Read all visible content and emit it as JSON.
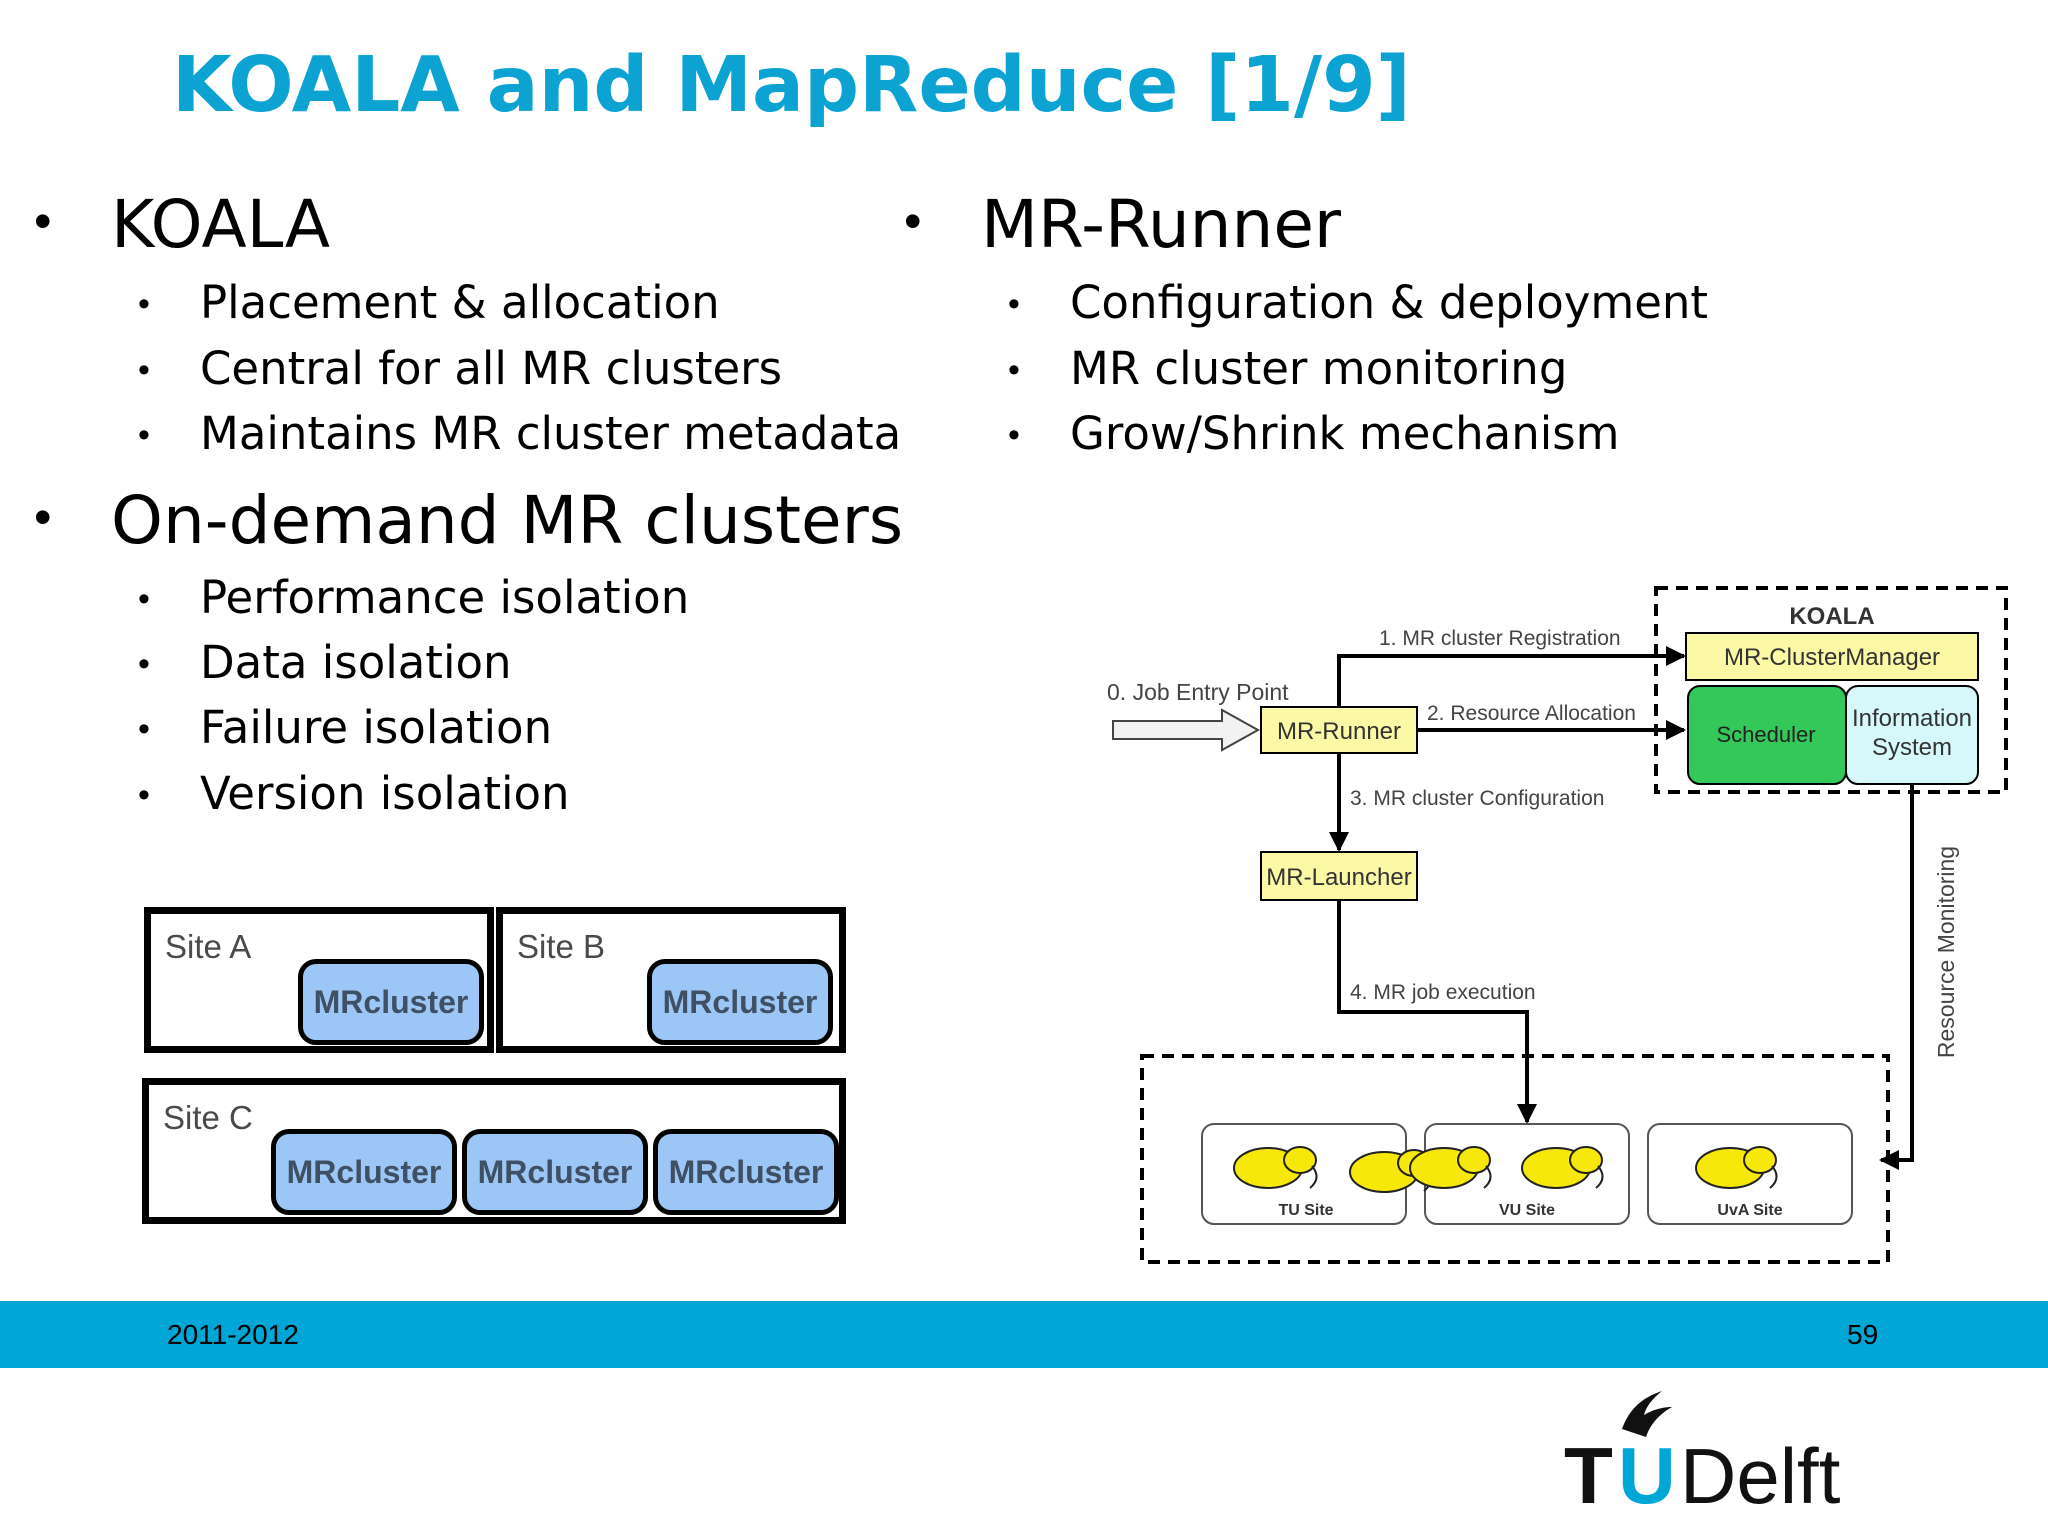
{
  "title": "KOALA and MapReduce [1/9]",
  "left_column": {
    "koala": {
      "label": "KOALA",
      "items": [
        "Placement & allocation",
        "Central for all MR clusters",
        "Maintains MR cluster metadata"
      ]
    },
    "ondemand": {
      "label": "On-demand MR clusters",
      "items": [
        "Performance isolation",
        "Data isolation",
        "Failure isolation",
        "Version isolation"
      ]
    }
  },
  "right_column": {
    "runner": {
      "label": "MR-Runner",
      "items": [
        "Configuration & deployment",
        "MR cluster monitoring",
        "Grow/Shrink mechanism"
      ]
    }
  },
  "sites_diagram": {
    "site_a": "Site A",
    "site_b": "Site B",
    "site_c": "Site C",
    "cluster_label": "MRcluster"
  },
  "arch_diagram": {
    "koala_label": "KOALA",
    "cluster_manager": "MR-ClusterManager",
    "scheduler": "Scheduler",
    "info_system_line1": "Information",
    "info_system_line2": "System",
    "runner": "MR-Runner",
    "launcher": "MR-Launcher",
    "step0": "0. Job Entry Point",
    "step1": "1. MR cluster Registration",
    "step2": "2. Resource Allocation",
    "step3": "3. MR cluster Configuration",
    "step4": "4. MR job execution",
    "resource_monitoring": "Resource Monitoring",
    "sites": [
      "TU Site",
      "VU Site",
      "UvA Site"
    ],
    "colors": {
      "yellow": "#fbf8a6",
      "green": "#34c759",
      "cyan": "#d6f8fb"
    }
  },
  "footer": {
    "year": "2011-2012",
    "page": "59"
  },
  "logo": {
    "text_t": "T",
    "text_u": "U",
    "text_rest": "Delft"
  }
}
